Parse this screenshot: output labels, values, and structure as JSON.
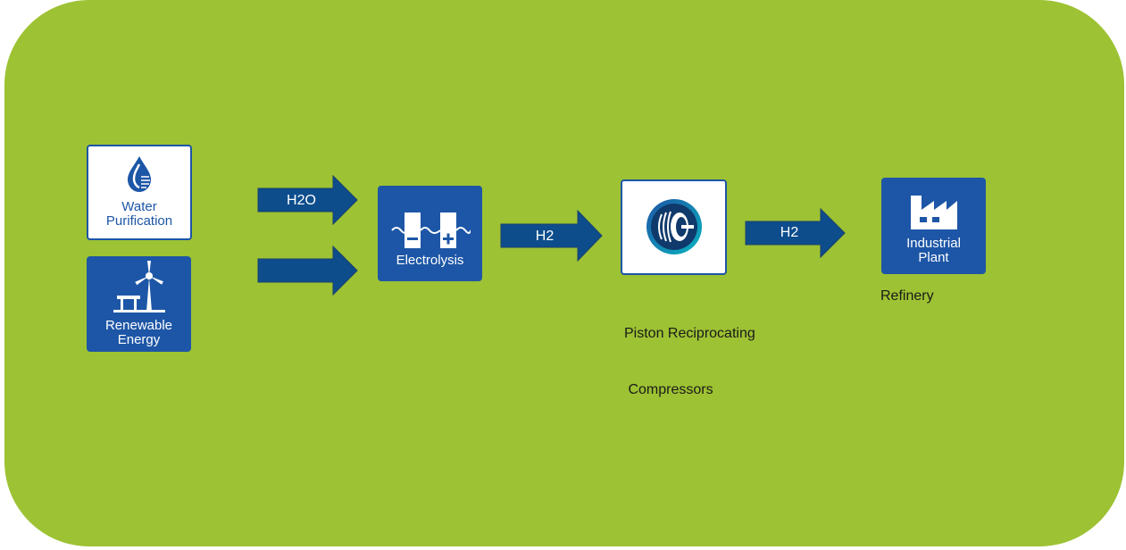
{
  "nodes": {
    "water": {
      "label_line1": "Water",
      "label_line2": "Purification",
      "icon": "water-drop-icon"
    },
    "renewable": {
      "label_line1": "Renewable",
      "label_line2": "Energy",
      "icon": "wind-turbine-icon"
    },
    "electrolysis": {
      "label": "Electrolysis",
      "icon": "electrolysis-cell-icon"
    },
    "compressor": {
      "icon": "compressor-icon",
      "caption_line1": "Piston Reciprocating",
      "caption_line2": " Compressors"
    },
    "plant": {
      "label_line1": "Industrial",
      "label_line2": "Plant",
      "icon": "factory-icon",
      "caption": "Refinery"
    }
  },
  "arrows": {
    "water_to_electrolysis": "H2O",
    "energy_to_electrolysis": "",
    "electrolysis_to_compressor": "H2",
    "compressor_to_plant": "H2"
  },
  "colors": {
    "background": "#9dc233",
    "box_blue": "#1d56a6",
    "arrow": "#0d4d8c",
    "box_border": "#1c56a6"
  }
}
